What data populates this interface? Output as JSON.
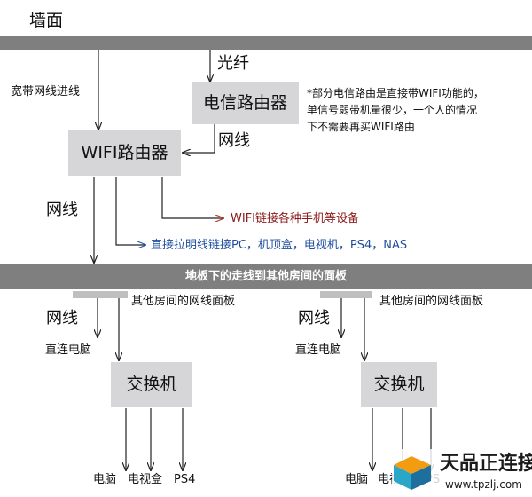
{
  "wall_label": "墙面",
  "labels": {
    "fiber": "光纤",
    "broadband_in": "宽带网线进线",
    "cable_router_to_wifi": "网线",
    "cable_wifi_down": "网线",
    "wifi_devices": "WIFI链接各种手机等设备",
    "wired_devices": "直接拉明线链接PC，机顶盒，电视机，PS4，NAS"
  },
  "note": {
    "line1": "*部分电信路由是直接带WIFI功能的，",
    "line2": "单信号弱带机量很少，一个人的情况",
    "line3": "下不需要再买WIFI路由"
  },
  "boxes": {
    "telecom_router": "电信路由器",
    "wifi_router": "WIFI路由器",
    "switch_left": "交换机",
    "switch_right": "交换机"
  },
  "floor_bar": "地板下的走线到其他房间的面板",
  "left_room": {
    "panel_label": "其他房间的网线面板",
    "cable": "网线",
    "direct_pc": "直连电脑",
    "devices": [
      "电脑",
      "电视盒",
      "PS4"
    ]
  },
  "right_room": {
    "panel_label": "其他房间的网线面板",
    "cable": "网线",
    "direct_pc": "直连电脑",
    "devices": [
      "电脑",
      "电视",
      "PS"
    ]
  },
  "watermark": {
    "brand": "天品正连接",
    "url": "www.tpzlj.com"
  },
  "colors": {
    "wall_bar": "#7f7f7f",
    "floor_bar": "#7f7f7f",
    "box_fill": "#d6d6d8",
    "panel_fill": "#bfbfbf",
    "wifi_devices_text": "#8b1a1a",
    "wired_devices_text": "#1f4e9c",
    "wifi_arrow": "#c0392b",
    "wired_arrow": "#2e5fb0"
  }
}
